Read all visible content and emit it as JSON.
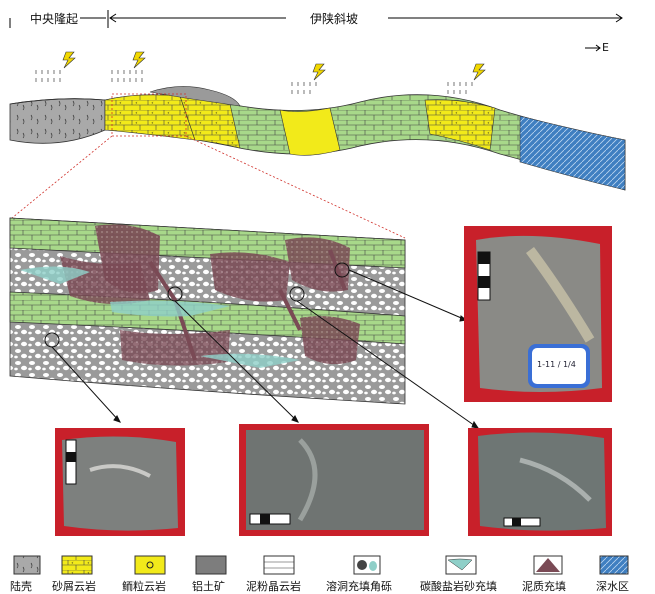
{
  "header": {
    "left_label": "中央隆起",
    "right_label": "伊陕斜坡",
    "east_marker": "E"
  },
  "legend": [
    {
      "label": "陆壳",
      "swatch": "crust"
    },
    {
      "label": "砂屑云岩",
      "swatch": "sand-dolomite"
    },
    {
      "label": "鲕粒云岩",
      "swatch": "oolite-dolomite"
    },
    {
      "label": "铝土矿",
      "swatch": "bauxite"
    },
    {
      "label": "泥粉晶云岩",
      "swatch": "micritic-dolomite"
    },
    {
      "label": "溶洞充填角砾",
      "swatch": "breccia"
    },
    {
      "label": "碳酸盐岩砂充填",
      "swatch": "carbonate-sand"
    },
    {
      "label": "泥质充填",
      "swatch": "mud-fill"
    },
    {
      "label": "深水区",
      "swatch": "deep-water"
    }
  ],
  "photos": {
    "top_right_tag": "1-11 / 1/4",
    "colors": {
      "frame": "#c8202a",
      "rock": "#8a8a86",
      "label_card": "#3a6fd6"
    }
  },
  "colors": {
    "crust": "#a9a9a9",
    "sand_dolomite": "#f2ea1a",
    "micritic_green": "#a8d88a",
    "deep_water": "#3f7fc1",
    "karst_fill": "#7a4a55",
    "sand_fill": "#8fcfc8"
  }
}
